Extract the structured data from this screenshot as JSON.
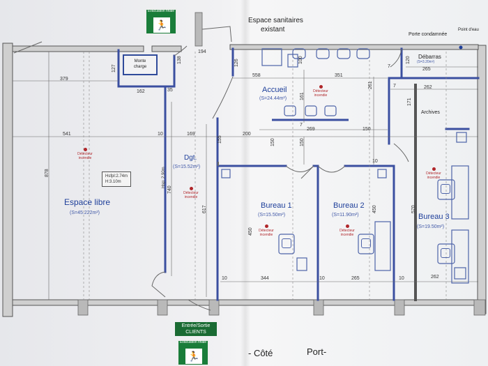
{
  "rooms": {
    "espace_libre": {
      "name": "Espace libre",
      "area": "(S=45.222m²)"
    },
    "dgt": {
      "name": "Dgt.",
      "area": "(S=15.52m²)"
    },
    "accueil": {
      "name": "Accueil",
      "area": "(S=24.44m²)"
    },
    "bureau1": {
      "name": "Bureau 1",
      "area": "(S=15.50m²)"
    },
    "bureau2": {
      "name": "Bureau 2",
      "area": "(S=11.90m²)"
    },
    "bureau3": {
      "name": "Bureau 3",
      "area": "(S=19.50m²)"
    },
    "debarras": {
      "name": "Débarras",
      "area": "(S=3.20m²)"
    },
    "archives": {
      "name": "Archives"
    },
    "monte_charge": {
      "line1": "Monte",
      "line2": "charge"
    }
  },
  "labels": {
    "sanitaires_line1": "Espace sanitaires",
    "sanitaires_line2": "existant",
    "porte_condamnee": "Porte condamnée",
    "point_eau": "Point d'eau",
    "hsfpl_line1": "Hsfpl:2.74m",
    "hsfpl_line2": "H:3.10m",
    "hsp": "Hsp: 2.90m",
    "entree_line1": "Entrée/Sortie",
    "entree_line2": "CLIENTS",
    "evac_finale": "Évacuation finale",
    "cote": "- Côté",
    "port": "Port-"
  },
  "detector": {
    "line1": "Détecteur",
    "line2": "incendie"
  },
  "dimensions": {
    "d194": "194",
    "d127": "127",
    "d162": "162",
    "d35": "35",
    "d138": "138",
    "d379": "379",
    "d541": "541",
    "d10a": "10",
    "d169": "169",
    "d200": "200",
    "d269": "269",
    "d150a": "150",
    "d150b": "150",
    "d150c": "150",
    "d878": "878",
    "d740": "740",
    "d617": "617",
    "d155": "155",
    "d558": "558",
    "d100": "100",
    "d351": "351",
    "d261": "261",
    "d161": "161",
    "d126": "126",
    "d120": "120",
    "d265a": "265",
    "d262a": "262",
    "d171": "171",
    "d7a": "7",
    "d7b": "7",
    "d7c": "7",
    "d570": "570",
    "d450a": "450",
    "d450b": "450",
    "d10b": "10",
    "d344": "344",
    "d10c": "10",
    "d265b": "265",
    "d262b": "262",
    "d10d": "10",
    "d10e": "10"
  }
}
